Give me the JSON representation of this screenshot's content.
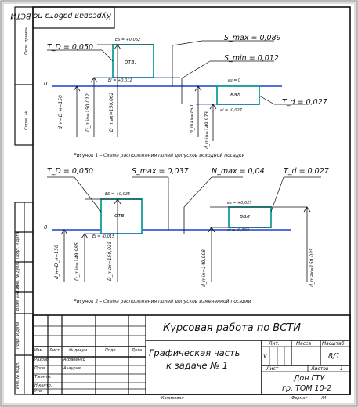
{
  "stamp_corner": "Курсовая работа по ВСТИ",
  "figure1": {
    "caption": "Рисунок 1 – Схема расположения полей допусков исходной посадки",
    "td": "T_D = 0,050",
    "smax": "S_max = 0,089",
    "smin": "S_min = 0,012",
    "es_hole": "ES = +0,062",
    "ei_hole": "EI = +0,012",
    "es_shaft": "es = 0",
    "ei_shaft": "ei = -0,027",
    "hole_label": "отв.",
    "shaft_label": "вал",
    "zero_line": "0",
    "td_shaft": "T_d = 0,027",
    "dim_d": "d_н=D_н=150",
    "dim_dmin": "D_min=150,012",
    "dim_dmax": "D_max=150,062",
    "dim_dmax_shaft": "d_max=150",
    "dim_dmin_shaft": "d_min=149,973"
  },
  "figure2": {
    "caption": "Рисунок 2 – Схема расположения полей допусков измененной посадки",
    "td": "T_D = 0,050",
    "smax": "S_max = 0,037",
    "nmax": "N_max = 0,04",
    "td_shaft": "T_d = 0,027",
    "es_hole": "ES = +0,035",
    "ei_hole": "EI = -0,015",
    "es_shaft": "es = +0,025",
    "ei_shaft": "ei = -0,002",
    "hole_label": "отв.",
    "shaft_label": "вал",
    "zero_line": "0",
    "dim_d": "d_н=D_н=150",
    "dim_dmin": "D_min=149,985",
    "dim_dmax": "D_max=150,035",
    "dim_dmin_shaft": "d_min=149,998",
    "dim_dmax_shaft": "d_max=150,025"
  },
  "side_stamps": [
    "Перв. примен.",
    "Справ. №",
    "Подп. и дата",
    "Инв. № дубл.",
    "Взам. инв. №",
    "Подп. и дата",
    "Инв. № подл."
  ],
  "title_block": {
    "project_title": "Курсовая работа по ВСТИ",
    "doc_title_line1": "Графическая часть",
    "doc_title_line2": "к задаче № 1",
    "col_izm": "Изм",
    "col_list": "Лист",
    "col_doc": "№ докум.",
    "col_sign": "Подп.",
    "col_date": "Дата",
    "row_razrab": "Разраб.",
    "name_razrab": "Асбабенко",
    "row_prov": "Пров.",
    "name_prov": "Ачаурив",
    "row_tkontr": "Т.контр.",
    "row_nkontr": "Н.контр.",
    "row_utv": "Утв.",
    "hdr_lit": "Лит.",
    "hdr_mass": "Масса",
    "hdr_scale": "Масштаб",
    "lit_value": "У",
    "scale_value": "8/1",
    "hdr_sheet": "Лист",
    "hdr_sheets": "Листов",
    "sheets_value": "1",
    "org_line1": "Дон ГТУ",
    "org_line2": "гр. ТОМ 10-2"
  },
  "footer": {
    "copied": "Копировал",
    "format": "Формат",
    "format_value": "А4"
  }
}
